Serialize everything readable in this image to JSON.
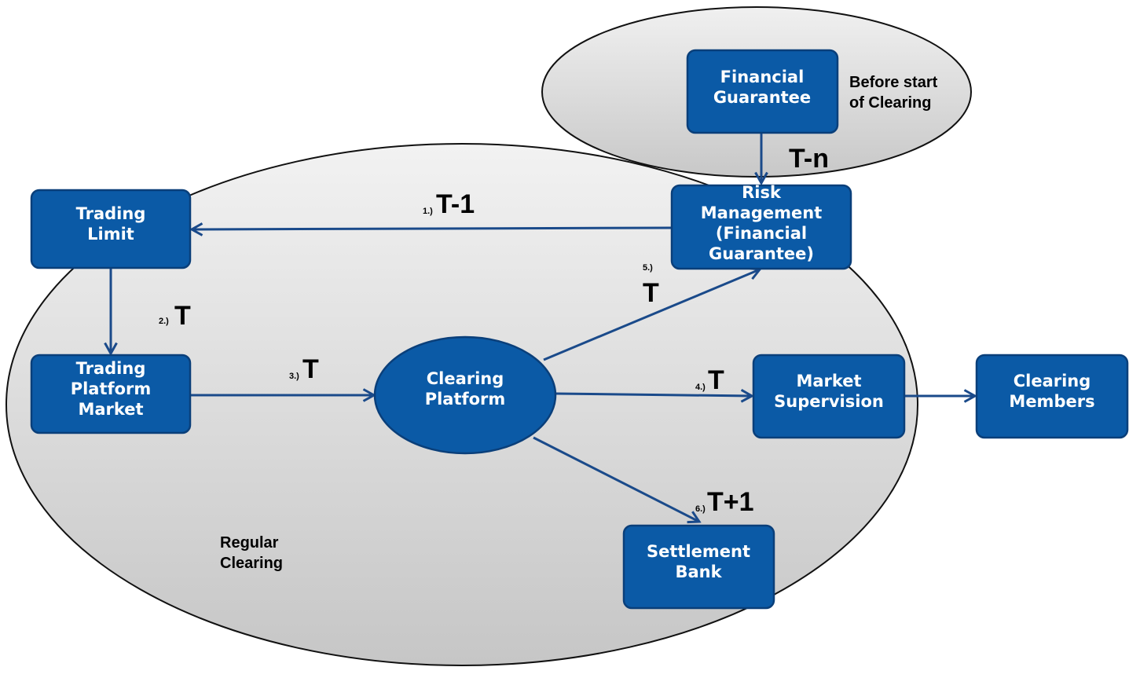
{
  "colors": {
    "box_fill": "#0b5aa6",
    "box_border": "#0a3f7a",
    "arrow": "#1a4a8a",
    "region_fill": "#dcdcdc",
    "region_border": "#111111"
  },
  "regions": {
    "before_clearing": "Before start\nof Clearing",
    "regular_clearing": "Regular\nClearing"
  },
  "nodes": {
    "financial_guarantee": "Financial\nGuarantee",
    "risk_management": "Risk\nManagement\n(Financial\nGuarantee)",
    "trading_limit": "Trading\nLimit",
    "trading_platform_market": "Trading\nPlatform\nMarket",
    "clearing_platform": "Clearing\nPlatform",
    "market_supervision": "Market\nSupervision",
    "clearing_members": "Clearing\nMembers",
    "settlement_bank": "Settlement\nBank"
  },
  "steps": {
    "tn": {
      "time": "T-n"
    },
    "s1": {
      "num": "1.)",
      "time": "T-1"
    },
    "s2": {
      "num": "2.)",
      "time": "T"
    },
    "s3": {
      "num": "3.)",
      "time": "T"
    },
    "s4": {
      "num": "4.)",
      "time": "T"
    },
    "s5": {
      "num": "5.)",
      "time": "T"
    },
    "s6": {
      "num": "6.)",
      "time": "T+1"
    }
  }
}
